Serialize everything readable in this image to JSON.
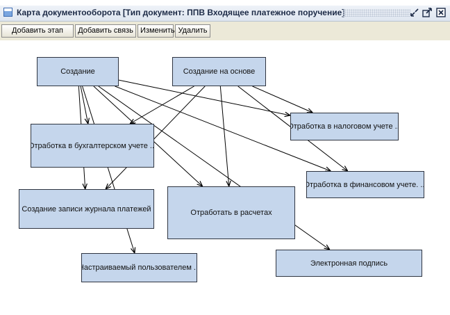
{
  "window": {
    "title": "Карта документооборота [Тип документ: ППВ Входящее платежное поручение]"
  },
  "toolbar": {
    "buttons": [
      "Добавить этап",
      "Добавить связь",
      "Изменить",
      "Удалить"
    ]
  },
  "diagram": {
    "nodes": {
      "create": "Создание",
      "create_based": "Создание на основе",
      "tax": "Отработка в налоговом учете ...",
      "accounting": "Отработка в бухгалтерском учете ...",
      "finance": "Отработка в финансовом учете. ...",
      "journal": "Создание записи журнала платежей",
      "settlements": "Отработать в расчетах",
      "custom": "Настраиваемый пользователем ...",
      "esign": "Электронная подпись"
    },
    "edges": [
      [
        "create",
        "accounting"
      ],
      [
        "create",
        "journal"
      ],
      [
        "create",
        "custom"
      ],
      [
        "create",
        "settlements"
      ],
      [
        "create",
        "esign"
      ],
      [
        "create",
        "finance"
      ],
      [
        "create",
        "tax"
      ],
      [
        "create_based",
        "accounting"
      ],
      [
        "create_based",
        "journal"
      ],
      [
        "create_based",
        "settlements"
      ],
      [
        "create_based",
        "tax"
      ],
      [
        "create_based",
        "finance"
      ]
    ]
  }
}
